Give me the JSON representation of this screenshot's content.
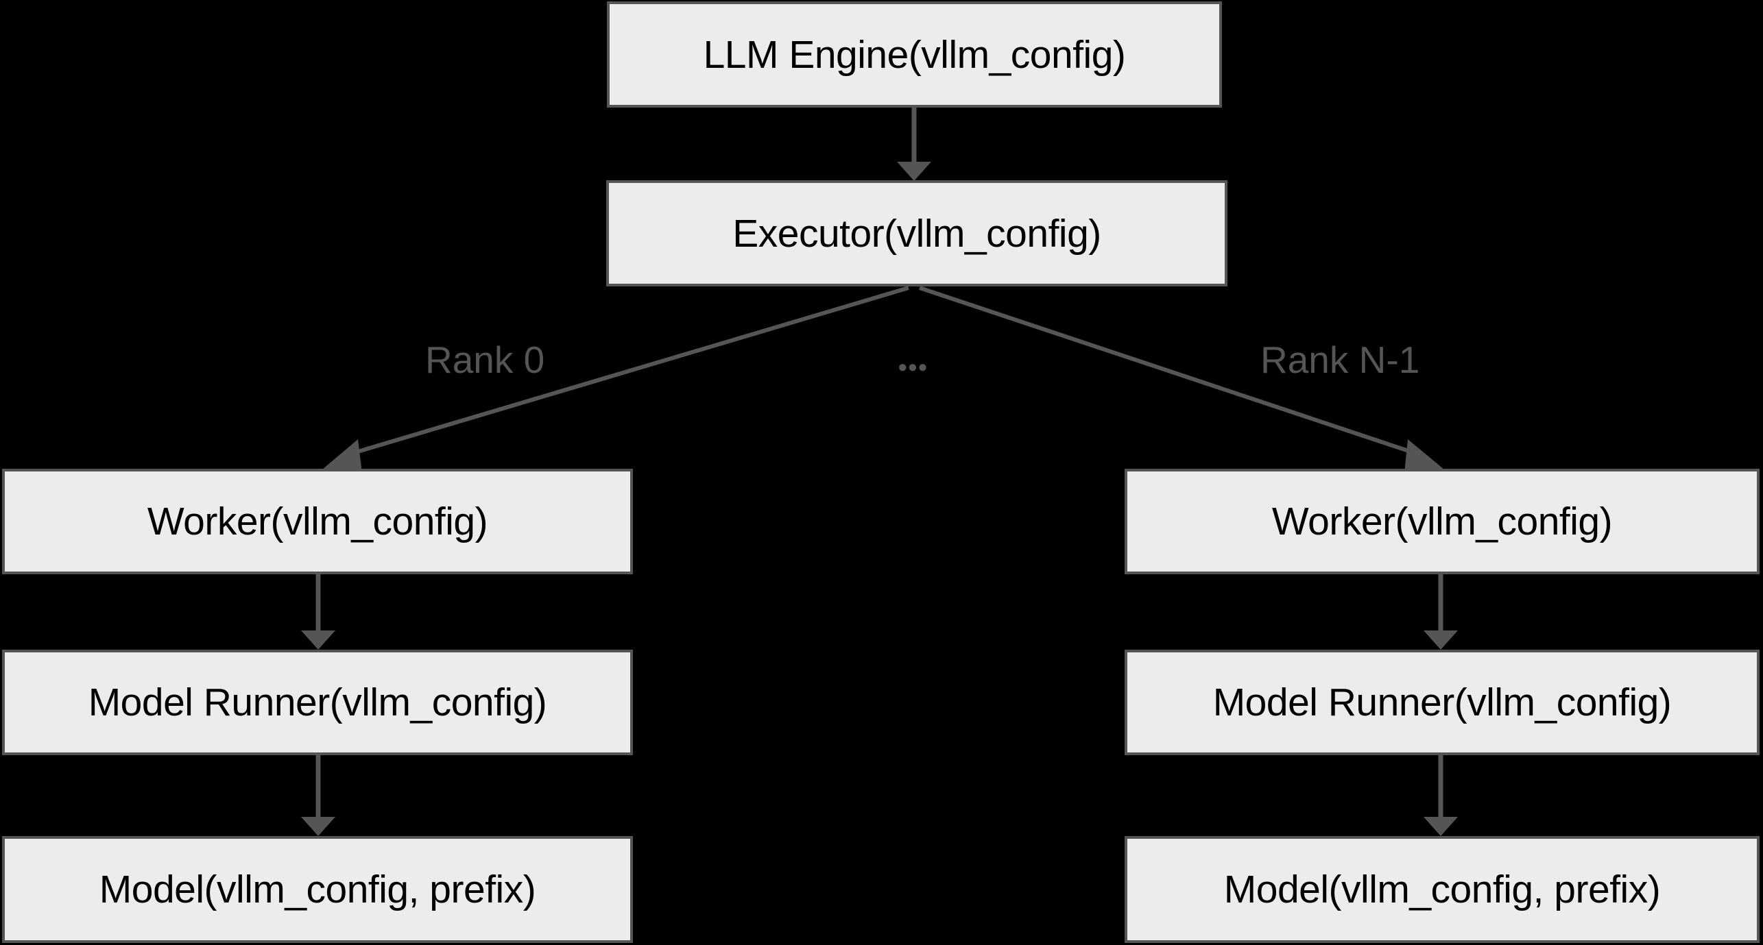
{
  "diagram": {
    "title": "vLLM distributed execution hierarchy",
    "background_color": "#000000",
    "node_fill": "#ececec",
    "node_border": "#555555",
    "edge_color": "#555555",
    "label_color": "#555555",
    "nodes": [
      {
        "id": "llm-engine",
        "label": "LLM Engine(vllm_config)"
      },
      {
        "id": "executor",
        "label": "Executor(vllm_config)"
      },
      {
        "id": "worker-rank0",
        "label": "Worker(vllm_config)"
      },
      {
        "id": "model-runner-rank0",
        "label": "Model Runner(vllm_config)"
      },
      {
        "id": "model-rank0",
        "label": "Model(vllm_config, prefix)"
      },
      {
        "id": "worker-rankn",
        "label": "Worker(vllm_config)"
      },
      {
        "id": "model-runner-rankn",
        "label": "Model Runner(vllm_config)"
      },
      {
        "id": "model-rankn",
        "label": "Model(vllm_config, prefix)"
      }
    ],
    "edge_labels": {
      "rank_0": "Rank 0",
      "ellipsis": "•••",
      "rank_n_minus_1": "Rank N-1"
    }
  }
}
